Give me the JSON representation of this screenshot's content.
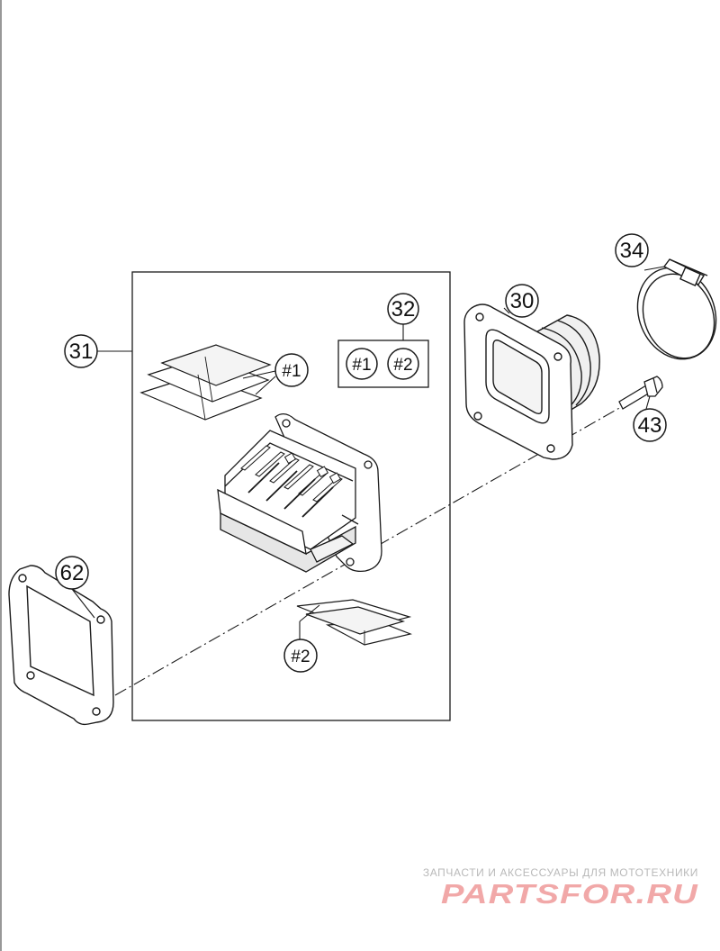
{
  "callouts": {
    "c31": "31",
    "c32": "32",
    "c30": "30",
    "c34": "34",
    "c43": "43",
    "c62": "62",
    "kit_1": "#1",
    "kit_2": "#2",
    "leaf_1": "#1",
    "leaf_2": "#2"
  },
  "watermark": {
    "caption": "ЗАПЧАСТИ И АКСЕССУАРЫ ДЛЯ МОТОТЕХНИКИ",
    "logo": "PARTSFOR.RU"
  },
  "colors": {
    "line": "#1a1a1a",
    "part_fill": "#ffffff",
    "shade": "#d6d6d6",
    "watermark_logo": "#f1a8a8",
    "watermark_caption": "#b9b9b9"
  }
}
